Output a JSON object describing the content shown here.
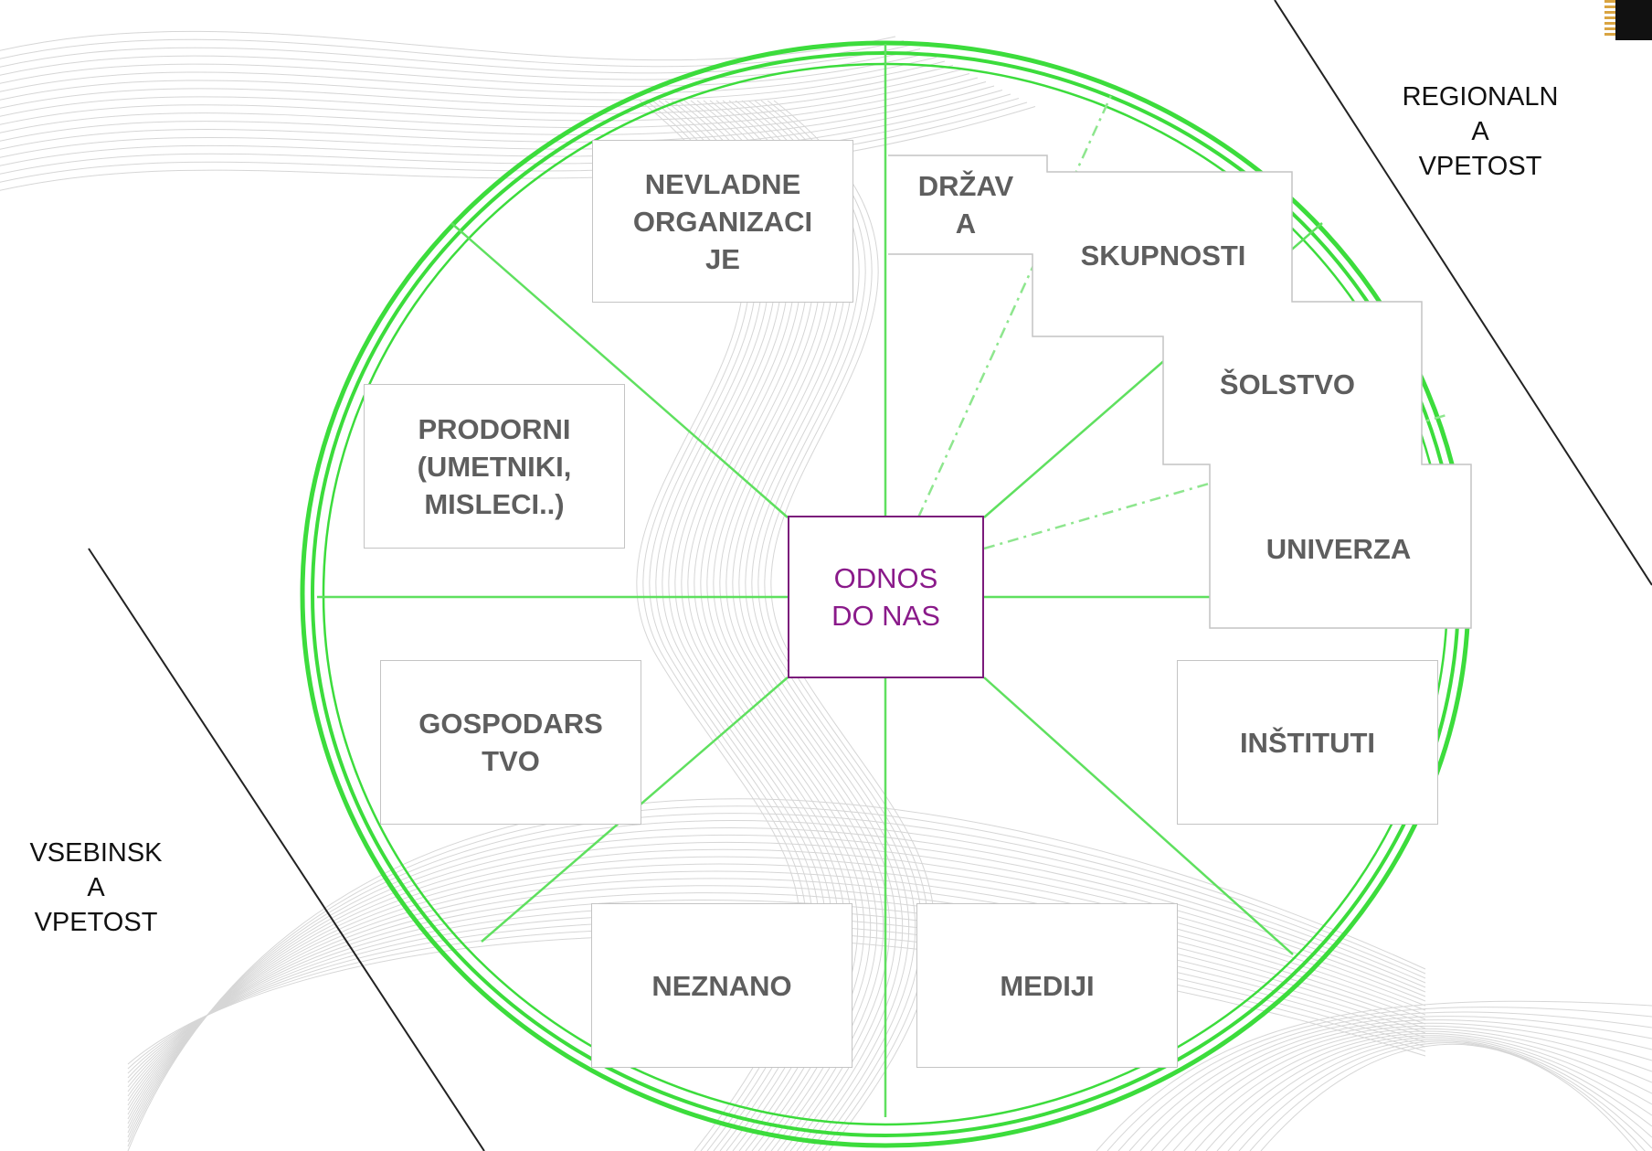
{
  "colors": {
    "ring": "#3cdc3c",
    "spoke": "#5fe05f",
    "dash": "#8ee68e",
    "box_border": "#c4c4c4",
    "box_text": "#5e5e5e",
    "center_border": "#7b1a7b",
    "center_text": "#8a1a8a",
    "diagonal": "#222222"
  },
  "center": {
    "label": "ODNOS\nDO NAS"
  },
  "sectors": {
    "nevladne_organizacije": "NEVLADNE\nORGANIZACI\nJE",
    "drzava": "DRŽAV\nA",
    "skupnosti": "SKUPNOSTI",
    "solstvo": "ŠOLSTVO",
    "univerza": "UNIVERZA",
    "prodorni": "PRODORNI\n(UMETNIKI,\nMISLECI..)",
    "gospodarstvo": "GOSPODARS\nTVO",
    "instituti": "INŠTITUTI",
    "neznano": "NEZNANO",
    "mediji": "MEDIJI"
  },
  "side_labels": {
    "regionalna_vpetost": "REGIONALN\nA\nVPETOST",
    "vsebinska_vpetost": "VSEBINSK\nA\nVPETOST"
  }
}
